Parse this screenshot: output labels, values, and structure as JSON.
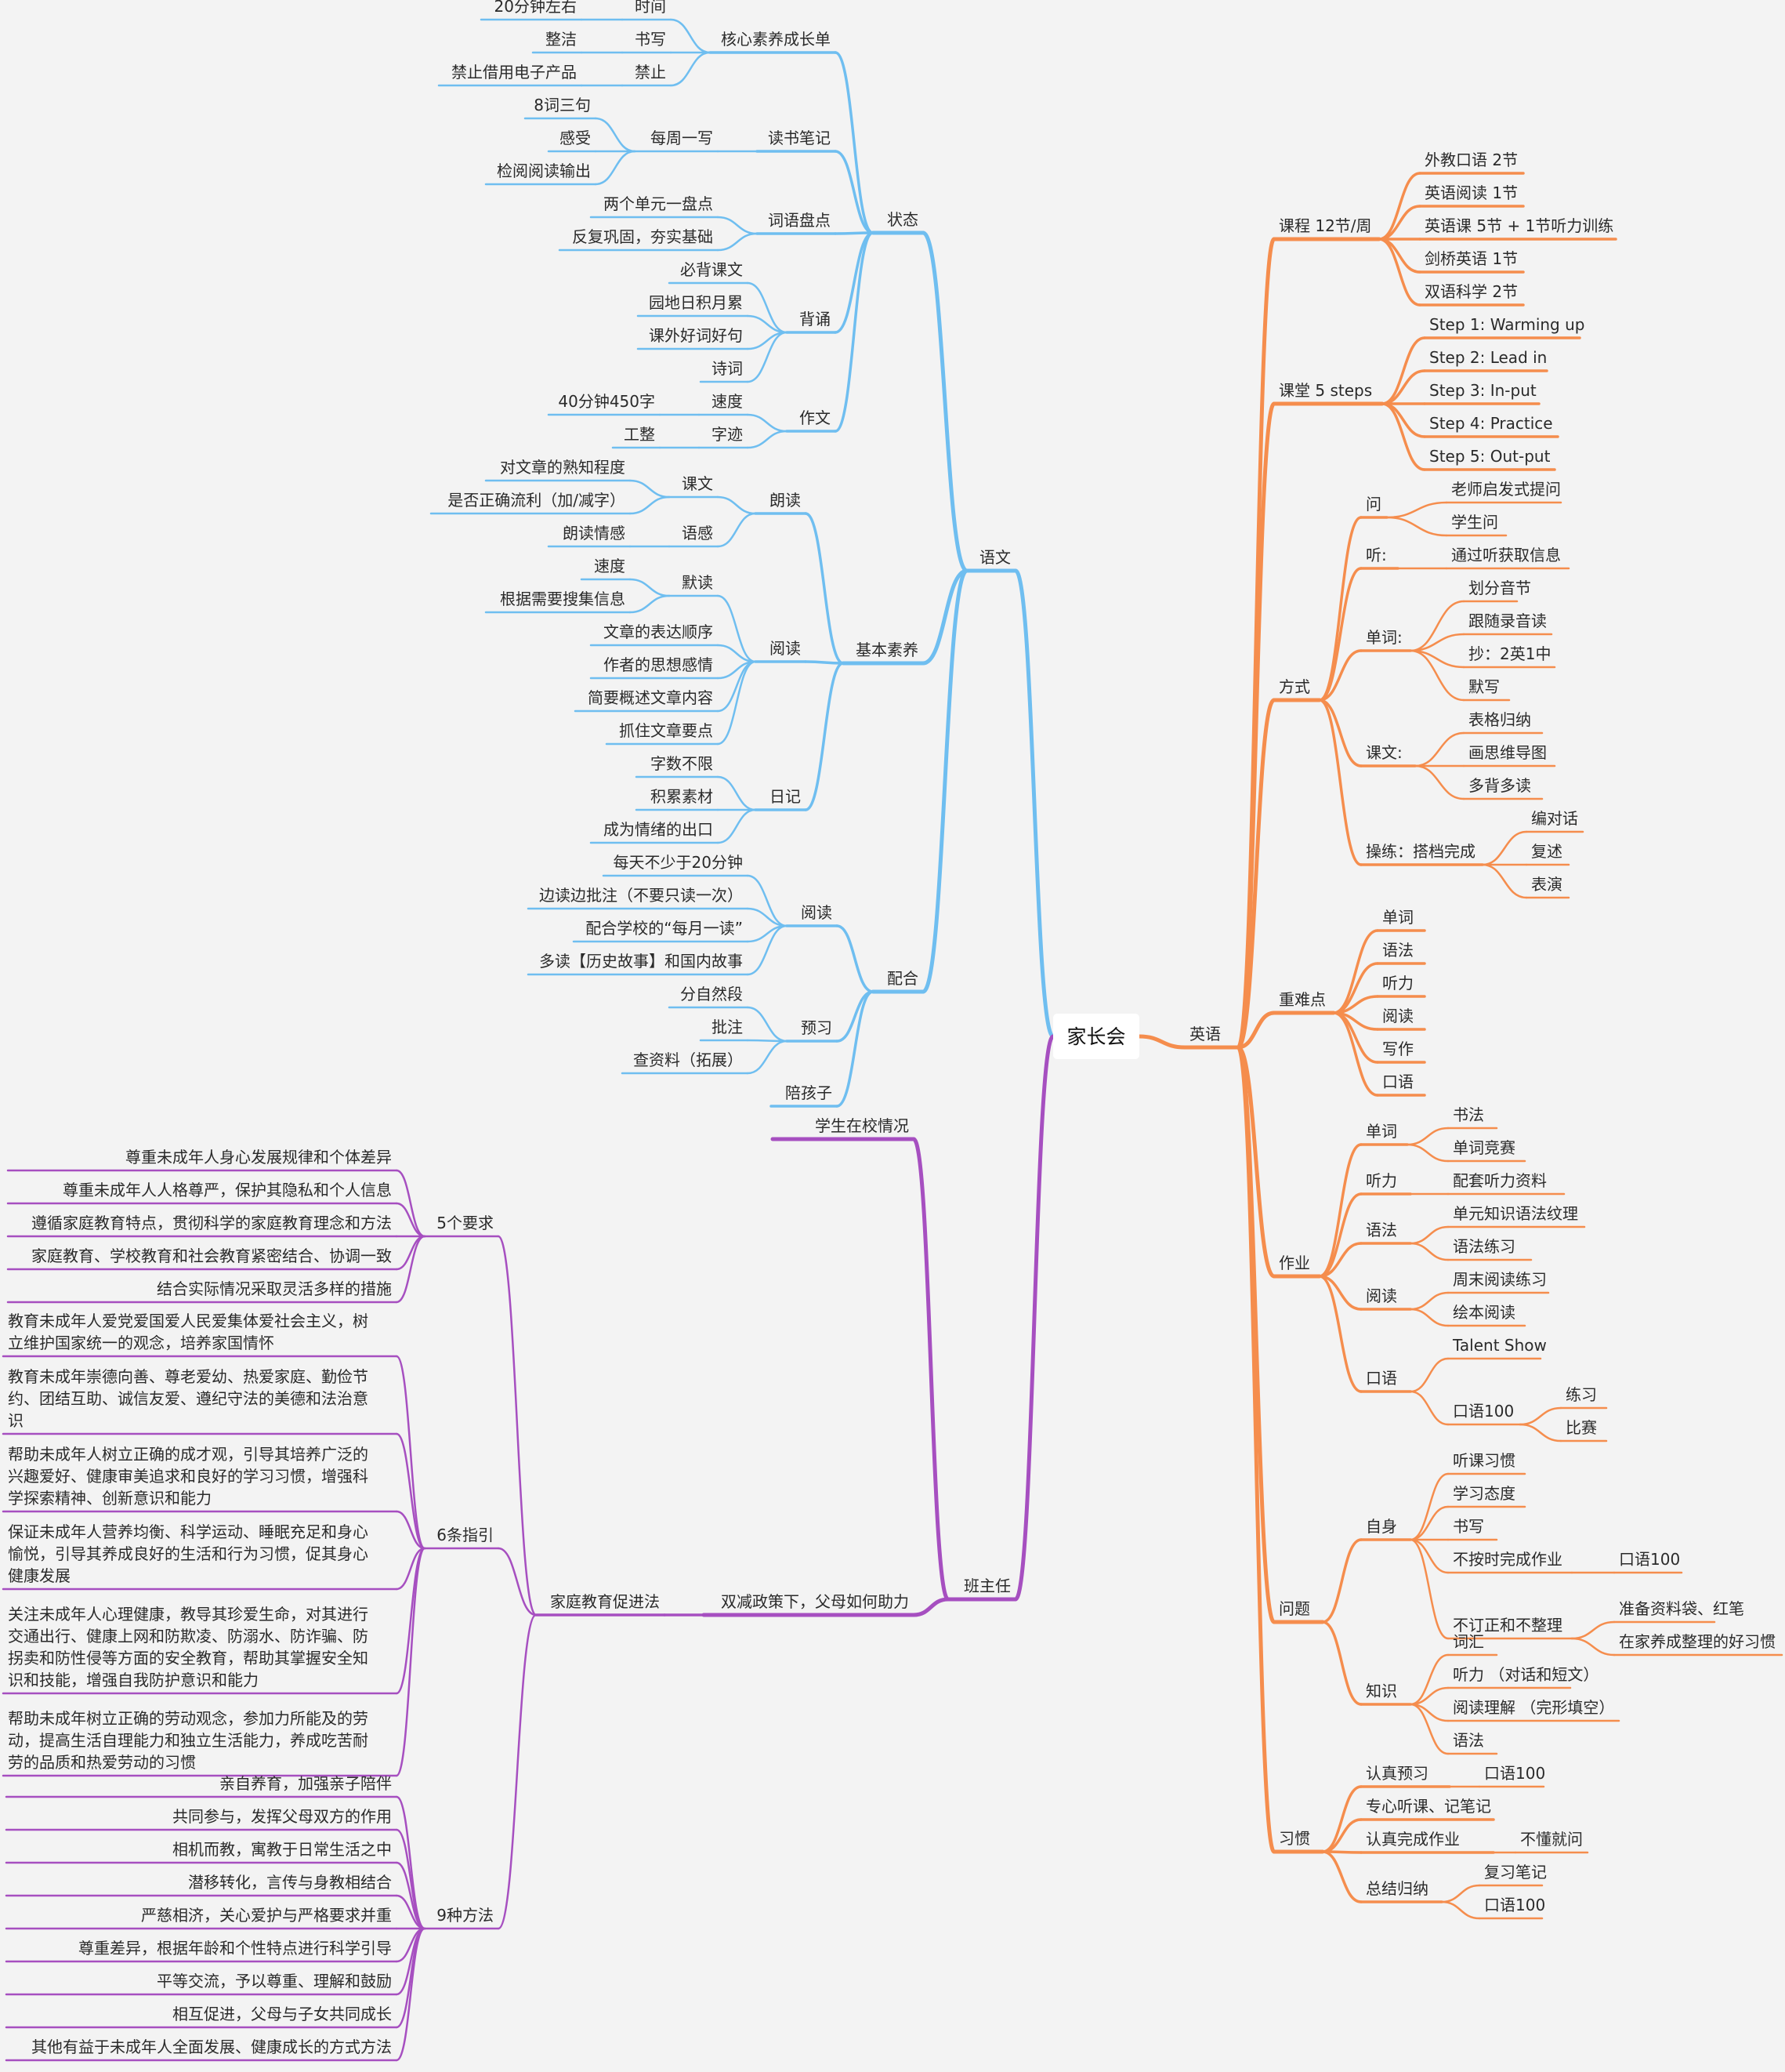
{
  "root": "家长会",
  "colors": {
    "chinese": "#6fbef0",
    "english": "#f58d4d",
    "teacher": "#a64fc0",
    "background": "#f3f3f3"
  },
  "branches": [
    {
      "label": "语文",
      "color": "chinese",
      "children": [
        {
          "label": "状态",
          "children": [
            {
              "label": "核心素养成长单",
              "children": [
                {
                  "label": "时间",
                  "children": [
                    {
                      "label": "20分钟左右"
                    }
                  ]
                },
                {
                  "label": "书写",
                  "children": [
                    {
                      "label": "整洁"
                    }
                  ]
                },
                {
                  "label": "禁止",
                  "children": [
                    {
                      "label": "禁止借用电子产品"
                    }
                  ]
                }
              ]
            },
            {
              "label": "读书笔记",
              "children": [
                {
                  "label": "每周一写",
                  "children": [
                    {
                      "label": "8词三句"
                    },
                    {
                      "label": "感受"
                    },
                    {
                      "label": "检阅阅读输出"
                    }
                  ]
                }
              ]
            },
            {
              "label": "词语盘点",
              "children": [
                {
                  "label": "两个单元一盘点"
                },
                {
                  "label": "反复巩固，夯实基础"
                }
              ]
            },
            {
              "label": "背诵",
              "children": [
                {
                  "label": "必背课文"
                },
                {
                  "label": "园地日积月累"
                },
                {
                  "label": "课外好词好句"
                },
                {
                  "label": "诗词"
                }
              ]
            },
            {
              "label": "作文",
              "children": [
                {
                  "label": "速度",
                  "children": [
                    {
                      "label": "40分钟450字"
                    }
                  ]
                },
                {
                  "label": "字迹",
                  "children": [
                    {
                      "label": "工整"
                    }
                  ]
                }
              ]
            }
          ]
        },
        {
          "label": "基本素养",
          "children": [
            {
              "label": "朗读",
              "children": [
                {
                  "label": "课文",
                  "children": [
                    {
                      "label": "对文章的熟知程度"
                    },
                    {
                      "label": "是否正确流利（加/减字）"
                    }
                  ]
                },
                {
                  "label": "语感",
                  "children": [
                    {
                      "label": "朗读情感"
                    }
                  ]
                }
              ]
            },
            {
              "label": "阅读",
              "children": [
                {
                  "label": "默读",
                  "children": [
                    {
                      "label": "速度"
                    },
                    {
                      "label": "根据需要搜集信息"
                    }
                  ]
                },
                {
                  "label": "文章的表达顺序"
                },
                {
                  "label": "作者的思想感情"
                },
                {
                  "label": "简要概述文章内容"
                },
                {
                  "label": "抓住文章要点"
                }
              ]
            },
            {
              "label": "日记",
              "children": [
                {
                  "label": "字数不限"
                },
                {
                  "label": "积累素材"
                },
                {
                  "label": "成为情绪的出口"
                }
              ]
            }
          ]
        },
        {
          "label": "配合",
          "children": [
            {
              "label": "阅读",
              "children": [
                {
                  "label": "每天不少于20分钟"
                },
                {
                  "label": "边读边批注（不要只读一次）"
                },
                {
                  "label": "配合学校的“每月一读”"
                },
                {
                  "label": "多读【历史故事】和国内故事"
                }
              ]
            },
            {
              "label": "预习",
              "children": [
                {
                  "label": "分自然段"
                },
                {
                  "label": "批注"
                },
                {
                  "label": "查资料（拓展）"
                }
              ]
            },
            {
              "label": "陪孩子"
            }
          ]
        }
      ]
    },
    {
      "label": "班主任",
      "color": "teacher",
      "children": [
        {
          "label": "学生在校情况"
        },
        {
          "label": "双减政策下，父母如何助力",
          "children": [
            {
              "label": "家庭教育促进法",
              "children": [
                {
                  "label": "5个要求",
                  "children": [
                    {
                      "label": "尊重未成年人身心发展规律和个体差异"
                    },
                    {
                      "label": "尊重未成年人人格尊严，保护其隐私和个人信息"
                    },
                    {
                      "label": "遵循家庭教育特点，贯彻科学的家庭教育理念和方法"
                    },
                    {
                      "label": "家庭教育、学校教育和社会教育紧密结合、协调一致"
                    },
                    {
                      "label": "结合实际情况采取灵活多样的措施"
                    }
                  ]
                },
                {
                  "label": "6条指引",
                  "children": [
                    {
                      "label": "教育未成年人爱党爱国爱人民爱集体爱社会主义，树\n立维护国家统一的观念，培养家国情怀"
                    },
                    {
                      "label": "教育未成年崇德向善、尊老爱幼、热爱家庭、勤俭节\n约、团结互助、诚信友爱、遵纪守法的美德和法治意\n识"
                    },
                    {
                      "label": "帮助未成年人树立正确的成才观，引导其培养广泛的\n兴趣爱好、健康审美追求和良好的学习习惯，增强科\n学探索精神、创新意识和能力"
                    },
                    {
                      "label": "保证未成年人营养均衡、科学运动、睡眠充足和身心\n愉悦，引导其养成良好的生活和行为习惯，促其身心\n健康发展"
                    },
                    {
                      "label": "关注未成年人心理健康，教导其珍爱生命，对其进行\n交通出行、健康上网和防欺凌、防溺水、防诈骗、防\n拐卖和防性侵等方面的安全教育，帮助其掌握安全知\n识和技能，增强自我防护意识和能力"
                    },
                    {
                      "label": "帮助未成年树立正确的劳动观念，参加力所能及的劳\n动，提高生活自理能力和独立生活能力，养成吃苦耐\n劳的品质和热爱劳动的习惯"
                    }
                  ]
                },
                {
                  "label": "9种方法",
                  "children": [
                    {
                      "label": "亲自养育，加强亲子陪伴"
                    },
                    {
                      "label": "共同参与，发挥父母双方的作用"
                    },
                    {
                      "label": "相机而教，寓教于日常生活之中"
                    },
                    {
                      "label": "潜移转化，言传与身教相结合"
                    },
                    {
                      "label": "严慈相济，关心爱护与严格要求并重"
                    },
                    {
                      "label": "尊重差异，根据年龄和个性特点进行科学引导"
                    },
                    {
                      "label": "平等交流，予以尊重、理解和鼓励"
                    },
                    {
                      "label": "相互促进，父母与子女共同成长"
                    },
                    {
                      "label": "其他有益于未成年人全面发展、健康成长的方式方法"
                    }
                  ]
                }
              ]
            }
          ]
        }
      ]
    },
    {
      "label": "英语",
      "color": "english",
      "children": [
        {
          "label": "课程 12节/周",
          "children": [
            {
              "label": "外教口语 2节"
            },
            {
              "label": "英语阅读 1节"
            },
            {
              "label": "英语课 5节 + 1节听力训练"
            },
            {
              "label": "剑桥英语 1节"
            },
            {
              "label": "双语科学 2节"
            }
          ]
        },
        {
          "label": "课堂   5 steps",
          "children": [
            {
              "label": "Step 1: Warming up"
            },
            {
              "label": "Step 2: Lead in"
            },
            {
              "label": "Step 3: In-put"
            },
            {
              "label": "Step 4: Practice"
            },
            {
              "label": "Step 5: Out-put"
            }
          ]
        },
        {
          "label": "方式",
          "children": [
            {
              "label": "问",
              "children": [
                {
                  "label": "老师启发式提问"
                },
                {
                  "label": "学生问"
                }
              ]
            },
            {
              "label": "听:",
              "children": [
                {
                  "label": "通过听获取信息"
                }
              ]
            },
            {
              "label": "单词:",
              "children": [
                {
                  "label": "划分音节"
                },
                {
                  "label": "跟随录音读"
                },
                {
                  "label": "抄：2英1中"
                },
                {
                  "label": "默写"
                }
              ]
            },
            {
              "label": "课文:",
              "children": [
                {
                  "label": "表格归纳"
                },
                {
                  "label": "画思维导图"
                },
                {
                  "label": "多背多读"
                }
              ]
            },
            {
              "label": "操练：搭档完成",
              "children": [
                {
                  "label": "编对话"
                },
                {
                  "label": "复述"
                },
                {
                  "label": "表演"
                }
              ]
            }
          ]
        },
        {
          "label": "重难点",
          "children": [
            {
              "label": "单词"
            },
            {
              "label": "语法"
            },
            {
              "label": "听力"
            },
            {
              "label": "阅读"
            },
            {
              "label": "写作"
            },
            {
              "label": "口语"
            }
          ]
        },
        {
          "label": "作业",
          "children": [
            {
              "label": "单词",
              "children": [
                {
                  "label": "书法"
                },
                {
                  "label": "单词竞赛"
                }
              ]
            },
            {
              "label": "听力",
              "children": [
                {
                  "label": "配套听力资料"
                }
              ]
            },
            {
              "label": "语法",
              "children": [
                {
                  "label": "单元知识语法纹理"
                },
                {
                  "label": "语法练习"
                }
              ]
            },
            {
              "label": "阅读",
              "children": [
                {
                  "label": "周末阅读练习"
                },
                {
                  "label": "绘本阅读"
                }
              ]
            },
            {
              "label": "口语",
              "children": [
                {
                  "label": "Talent Show"
                },
                {
                  "label": "口语100",
                  "children": [
                    {
                      "label": "练习"
                    },
                    {
                      "label": "比赛"
                    }
                  ]
                }
              ]
            }
          ]
        },
        {
          "label": "问题",
          "children": [
            {
              "label": "自身",
              "children": [
                {
                  "label": "听课习惯"
                },
                {
                  "label": "学习态度"
                },
                {
                  "label": "书写"
                },
                {
                  "label": "不按时完成作业",
                  "children": [
                    {
                      "label": "口语100"
                    }
                  ]
                },
                {
                  "label": "不订正和不整理",
                  "children": [
                    {
                      "label": "准备资料袋、红笔"
                    },
                    {
                      "label": "在家养成整理的好习惯"
                    }
                  ]
                }
              ]
            },
            {
              "label": "知识",
              "children": [
                {
                  "label": "词汇"
                },
                {
                  "label": "听力 （对话和短文）"
                },
                {
                  "label": "阅读理解 （完形填空）"
                },
                {
                  "label": "语法"
                }
              ]
            }
          ]
        },
        {
          "label": "习惯",
          "children": [
            {
              "label": "认真预习",
              "children": [
                {
                  "label": "口语100"
                }
              ]
            },
            {
              "label": "专心听课、记笔记"
            },
            {
              "label": "认真完成作业",
              "children": [
                {
                  "label": "不懂就问"
                }
              ]
            },
            {
              "label": "总结归纳",
              "children": [
                {
                  "label": "复习笔记"
                },
                {
                  "label": "口语100"
                }
              ]
            }
          ]
        }
      ]
    }
  ]
}
